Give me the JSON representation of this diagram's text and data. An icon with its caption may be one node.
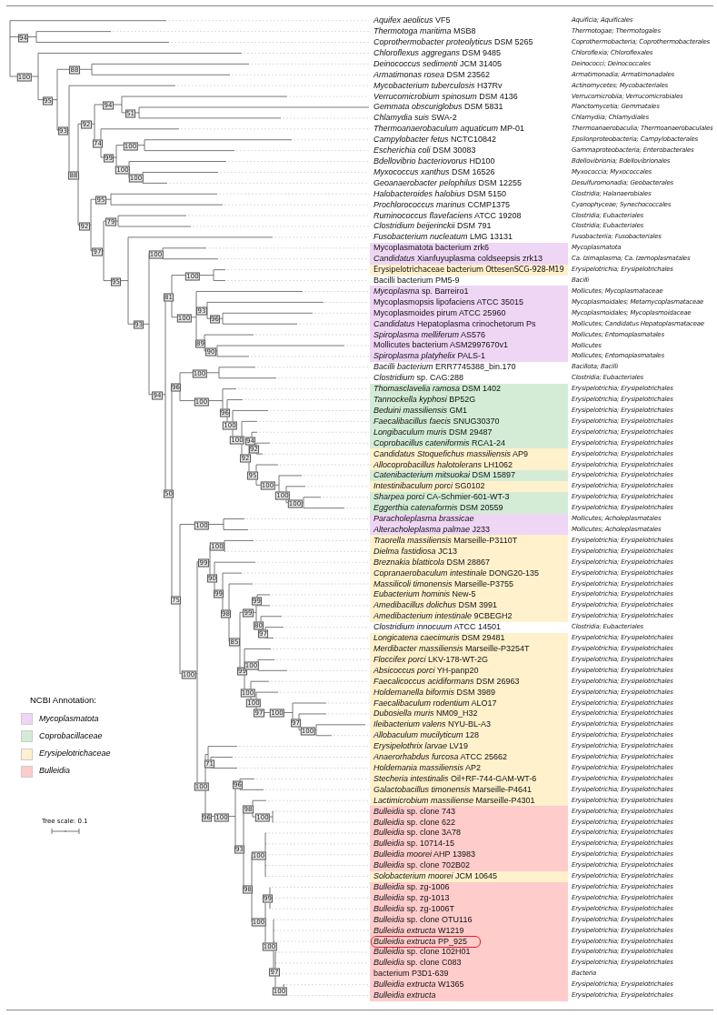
{
  "diagram": {
    "nodes": [
      {
        "text": [
          "Mycoplasmatota bacterium zrk6",
          "*Candidatus* Xianfuyuplasma coldseepsis zrk13"
        ]
      },
      {
        "text": [
          "Erysipelotrichaceae bacterium OttesenSCG-928-M19"
        ]
      },
      {
        "text": [
          "*Mycoplasma* sp. Barreiro1",
          "Mycoplasmopsis lipofaciens ATCC 35015",
          "Mycoplasmoides pirum ATCC 25960",
          "*Candidatus* Hepatoplasma crinochetorum Ps",
          "*Spiroplasma melliferum* AS576",
          "Mollicutes bacterium ASM2997670v1",
          "*Spiroplasma platyhelix* PALS-1"
        ]
      },
      {
        "text": [
          "*Thomasclavelia ramosa* DSM 1402",
          "*Tannockella kyphosi* BP52G",
          "*Beduini massiliensis* GM1",
          "*Faecalibacillus faecis* SNUG30370",
          "*Longibaculum muris* DSM 29487",
          "*Coprobacillus cateniformis* RCA1-24"
        ]
      },
      {
        "text": [
          "*Candidatus Stoquefichus massiliensis* AP9",
          "*Allocoprobacillus halotolerans* LH1062"
        ]
      },
      {
        "text": [
          "*Catenibacterium mitsuokai* DSM 15897"
        ]
      },
      {
        "text": [
          "*Intestinibaculum porci* SG0102"
        ]
      },
      {
        "text": [
          "*Sharpea porci* CA-Schmier-601-WT-3",
          "*Eggerthia catenaformis* DSM 20559"
        ]
      },
      {
        "text": [
          "Paracholeplasma brassicae",
          "*Alteracholeplasma palmae* J233"
        ]
      },
      {
        "text": [
          "*Traorella massiliensis* Marseille-P3110T",
          "*Dielma fastidiosa* JC13",
          "*Breznakia blatticola* DSM 28867",
          "*Copranaerobaculum intestinale* DONG20-135",
          "*Massilicoli timonensis* Marseille-P3755",
          "*Eubacterium hominis* New-5",
          "*Amedibacillus dolichus* DSM 3991",
          "*Amedibacterium intestinale* 9CBEGH2"
        ]
      },
      {
        "text": [
          "*Longicatena caecimuris* DSM 29481",
          "*Merdibacter massiliensis* Marseille-P3254T",
          "*Floccifex porci* LKV-178-WT-2G",
          "*Absicoccus porci* YH-panp20",
          "*Faecalicoccus acidiformans* DSM 26963",
          "*Holdemanella biformis* DSM 3989",
          "*Faecalibaculum rodentium* ALO17",
          "*Dubosiella muris* NM09_H32",
          "*Ileibacterium valens* NYU-BL-A3",
          "*Allobaculum mucilyticum* 128",
          "*Erysipelothrix larvae* LV19",
          "*Anaerorhabdus furcosa* ATCC 25662",
          "*Holdemania massiliensis* AP2",
          "*Stecheria intestinalis* Oil+RF-744-GAM-WT-6",
          "*Galactobacillus timonensis* Marseille-P4641",
          "*Lactimicrobium massiliense* Marseille-P4301"
        ]
      },
      {
        "text": [
          "*Bulleidia* sp. clone 743",
          "*Bulleidia* sp. clone 622",
          "*Bulleidia* sp. clone 3A78",
          "*Bulleidia* sp. 10714-15",
          "*Bulleidia moorei* AHP 13983",
          "*Bulleidia* sp. clone 702B02"
        ]
      },
      {
        "text": [
          "*Solobacterium moorei* JCM 10645"
        ]
      },
      {
        "text": [
          "*Bulleidia* sp. zg-1006",
          "*Bulleidia* sp. zg-1013",
          "*Bulleidia* sp. zg-1006T",
          "*Bulleidia* sp. clone OTU116",
          "*Bulleidia extructa* W1219",
          "*Bulleidia extructa* PP_925",
          "*Bulleidia* sp. clone 102H01",
          "*Bulleidia* sp. clone C083",
          "bacterium P3D1-639",
          "*Bulleidia extructa* W1365",
          "Bulleidia extructa"
        ]
      }
    ],
    "labels": [
      "*Aquifex aeolicus* VF5",
      "Aquificia; Aquificales",
      "*Thermotoga maritima* MSB8",
      "Thermotogae; Thermotogales",
      "*Coprothermobacter proteolyticus* DSM 5265",
      "Coprothermobacteria; Coprothermobacterales",
      "*Chloroflexus aggregans* DSM 9485",
      "Chloroflexia; Chloroflexales",
      "*Deinococcus sedimenti* JCM 31405",
      "Deinococci; Deinococcales",
      "*Armatimonas rosea* DSM 23562",
      "Armatimonadia; Armatimonadales",
      "*Mycobacterium tuberculosis* H37Rv",
      "Actinomycetes; Mycobacteriales",
      "*Verrucomicrobium spinosum* DSM 4136",
      "Verrucomicrobiia; Verrucomicrobiales",
      "*Gemmata obscuriglobus* DSM 5831",
      "Planctomycetia; Gemmatales",
      "*Chlamydia suis* SWA-2",
      "Chlamydiia; Chlamydiales",
      "*Thermoanaerobaculum aquaticum* MP-01",
      "Thermoanaerobaculia; Thermoanaerobaculales",
      "*Campylobacter fetus* NCTC10842",
      "Epsilonproteobacteria; Campylobacterales",
      "*Escherichia coli* DSM 30083",
      "Gammaproteobacteria; Enterobacterales",
      "*Bdellovibrio bacteriovorus* HD100",
      "Bdellovibrionia; Bdellovibrionales",
      "*Myxococcus xanthus* DSM 16526",
      "Myxococcia; Myxococcales",
      "*Geoanaerobacter pelophilus* DSM 12255",
      "Desulfuromonadia; Geobacterales",
      "*Halobacteroides halobius* DSM 5150",
      "Clostridia; Halanaerobiales",
      "*Prochlorococcus marinus* CCMP1375",
      "Cyanophyceae; Synechococcales",
      "*Ruminococcus flavefaciens* ATCC 19208",
      "Clostridia; Eubacteriales",
      "*Clostridium beijerinckii* DSM 791",
      "Clostridia; Eubacteriales",
      "*Fusobacterium nucleatum* LMG 13131",
      "Fusobacteriia; Fusobacteriales",
      "Mycoplasmatota",
      "Ca. Izimaplasma; Ca. Izemoplasmatales",
      "Erysipelotrichia; Erysipelotrichales",
      "Bacilli bacterium PM5-9",
      "Bacilli",
      "Mollicutes; Mycoplasmataceae",
      "Mycoplasmoidales; Metamycoplasmataceae",
      "Mycoplasmoidales; Mycoplasmoidaceae",
      "Mollicutes; Candidatus Hepatoplasmataceae",
      "Mollicutes; Entomoplasmatales",
      "Mollicutes",
      "Mollicutes; Entomoplasmatales",
      "*Bacilli bacterium* ERR7745388_bin.170",
      "Bacillota; Bacilli",
      "*Clostridium* sp. CAG:288",
      "Clostridia; Eubacteriales",
      "Erysipelotrichia; Erysipelotrichales",
      "Erysipelotrichia; Erysipelotrichales",
      "Erysipelotrichia; Erysipelotrichales",
      "Erysipelotrichia; Erysipelotrichales",
      "Erysipelotrichia; Erysipelotrichales",
      "Erysipelotrichia; Erysipelotrichales",
      "Erysipelotrichia; Erysipelotrichales",
      "Erysipelotrichia; Erysipelotrichales",
      "Erysipelotrichia; Erysipelotrichales",
      "Erysipelotrichia; Erysipelotrichales",
      "Erysipelotrichia; Erysipelotrichales",
      "Erysipelotrichia; Erysipelotrichales",
      "Mollicutes; Acholeplasmatales",
      "Mollicutes; Acholeplasmatales",
      "Erysipelotrichia; Erysipelotrichales",
      "Erysipelotrichia; Erysipelotrichales",
      "Erysipelotrichia; Erysipelotrichales",
      "Erysipelotrichia; Erysipelotrichales",
      "Erysipelotrichia; Erysipelotrichales",
      "Erysipelotrichia; Erysipelotrichales",
      "Erysipelotrichia; Erysipelotrichales",
      "Erysipelotrichia; Erysipelotrichales",
      "*Clostridium innocuum* ATCC 14501",
      "Clostridia; Eubacteriales",
      "Erysipelotrichia; Erysipelotrichales",
      "Erysipelotrichia; Erysipelotrichales",
      "Erysipelotrichia; Erysipelotrichales",
      "Erysipelotrichia; Erysipelotrichales",
      "Erysipelotrichia; Erysipelotrichales",
      "Erysipelotrichia; Erysipelotrichales",
      "Erysipelotrichia; Erysipelotrichales",
      "Erysipelotrichia; Erysipelotrichales",
      "Erysipelotrichia; Erysipelotrichales",
      "Erysipelotrichia; Erysipelotrichales",
      "Erysipelotrichia; Erysipelotrichales",
      "Erysipelotrichia; Erysipelotrichales",
      "Erysipelotrichia; Erysipelotrichales",
      "Erysipelotrichia; Erysipelotrichales",
      "Erysipelotrichia; Erysipelotrichales",
      "Erysipelotrichia; Erysipelotrichales",
      "Erysipelotrichia; Erysipelotrichales",
      "Erysipelotrichia; Erysipelotrichales",
      "Erysipelotrichia; Erysipelotrichales",
      "Erysipelotrichia; Erysipelotrichales",
      "Erysipelotrichia; Erysipelotrichales",
      "Erysipelotrichia; Erysipelotrichales",
      "Erysipelotrichia; Erysipelotrichales",
      "Erysipelotrichia; Erysipelotrichales",
      "Erysipelotrichia; Erysipelotrichales",
      "Erysipelotrichia; Erysipelotrichales",
      "Erysipelotrichia; Erysipelotrichales",
      "Erysipelotrichia; Erysipelotrichales",
      "Erysipelotrichia; Erysipelotrichales",
      "Erysipelotrichia; Erysipelotrichales",
      "Erysipelotrichia; Erysipelotrichales",
      "Bacteria",
      "Erysipelotrichia; Erysipelotrichales",
      "Erysipelotrichia; Erysipelotrichales",
      "94",
      "100",
      "95",
      "88",
      "93",
      "88",
      "92",
      "94",
      "51",
      "74",
      "99",
      "100",
      "100",
      "100",
      "92",
      "95",
      "97",
      "79",
      "95",
      "93",
      "100",
      "94",
      "81",
      "100",
      "100",
      "93",
      "96",
      "89",
      "90",
      "50",
      "96",
      "100",
      "100",
      "96",
      "100",
      "100",
      "92",
      "94",
      "92",
      "95",
      "100",
      "100",
      "100",
      "75",
      "100",
      "100",
      "99",
      "100",
      "90",
      "99",
      "98",
      "85",
      "99",
      "99",
      "80",
      "97",
      "99",
      "100",
      "100",
      "100",
      "97",
      "100",
      "97",
      "100",
      "100",
      "71",
      "96",
      "100",
      "96",
      "93",
      "98",
      "100",
      "98",
      "100",
      "100",
      "99",
      "100",
      "97",
      "100",
      "NCBI Annotation:",
      "Tree scale: 0.1"
    ],
    "legend": [
      {
        "text": "Mycoplasmatota",
        "color": "#efd6f5"
      },
      {
        "text": "Coprobacillaceae",
        "color": "#d4ecd6"
      },
      {
        "text": "Erysipelotrichaceae",
        "color": "#fff1cc"
      },
      {
        "text": "Bulleidia",
        "color": "#ffcccc"
      }
    ]
  }
}
